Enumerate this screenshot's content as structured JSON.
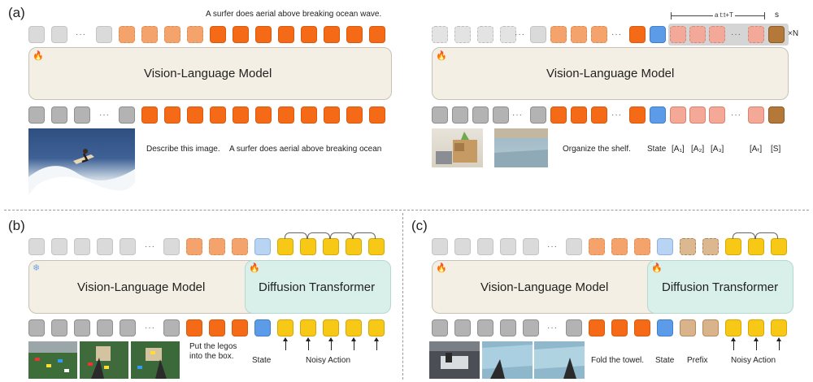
{
  "panels": {
    "a": {
      "label": "(a)"
    },
    "b": {
      "label": "(b)"
    },
    "c": {
      "label": "(c)"
    }
  },
  "a_left": {
    "caption_top": "A surfer does aerial above breaking ocean wave.",
    "model_label": "Vision-Language Model",
    "prompt": "Describe this image.",
    "answer": "A surfer does aerial above breaking ocean"
  },
  "a_right": {
    "model_label": "Vision-Language Model",
    "bracket_label": "a t:t+T",
    "s_label": "s",
    "repeat_label": "×N",
    "prompt": "Organize the shelf.",
    "state_label": "State",
    "tokens": [
      "[A₁]",
      "[A₂]",
      "[A₃]",
      "[Aₜ]",
      "[S]"
    ]
  },
  "b": {
    "vlm_label": "Vision-Language Model",
    "dit_label": "Diffusion Transformer",
    "prompt_line1": "Put the legos",
    "prompt_line2": "into the box.",
    "state_label": "State",
    "noisy_label": "Noisy Action"
  },
  "c": {
    "vlm_label": "Vision-Language Model",
    "dit_label": "Diffusion Transformer",
    "prompt": "Fold the towel.",
    "state_label": "State",
    "prefix_label": "Prefix",
    "noisy_label": "Noisy Action"
  },
  "dots": "···",
  "icons": {
    "flame": "flame-icon",
    "snowflake": "snowflake-icon"
  }
}
